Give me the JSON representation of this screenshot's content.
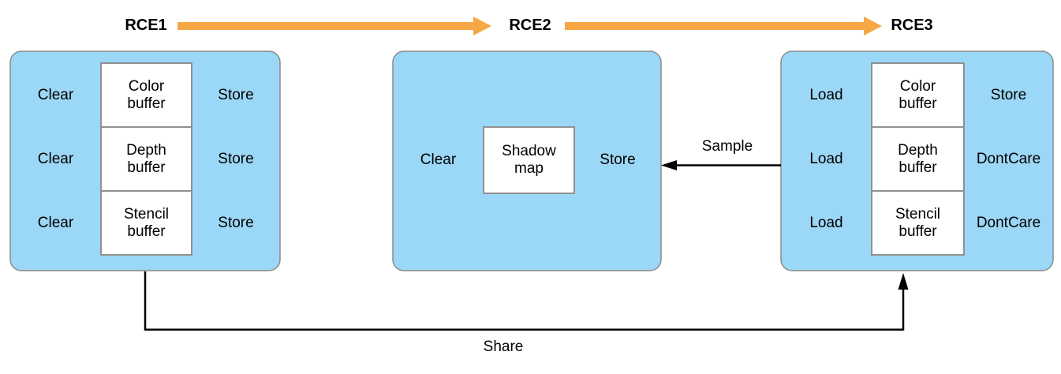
{
  "passes": [
    {
      "name": "RCE1",
      "attachments": [
        {
          "load_action": "Clear",
          "buffer": "Color buffer",
          "store_action": "Store"
        },
        {
          "load_action": "Clear",
          "buffer": "Depth buffer",
          "store_action": "Store"
        },
        {
          "load_action": "Clear",
          "buffer": "Stencil buffer",
          "store_action": "Store"
        }
      ]
    },
    {
      "name": "RCE2",
      "attachments": [
        {
          "load_action": "Clear",
          "buffer": "Shadow map",
          "store_action": "Store"
        }
      ]
    },
    {
      "name": "RCE3",
      "attachments": [
        {
          "load_action": "Load",
          "buffer": "Color buffer",
          "store_action": "Store"
        },
        {
          "load_action": "Load",
          "buffer": "Depth buffer",
          "store_action": "DontCare"
        },
        {
          "load_action": "Load",
          "buffer": "Stencil buffer",
          "store_action": "DontCare"
        }
      ]
    }
  ],
  "edges": {
    "sample_label": "Sample",
    "share_label": "Share"
  },
  "colors": {
    "pass_box_fill": "#9bd7f6",
    "pass_box_border": "#8a8a8a",
    "buffer_box_fill": "#ffffff",
    "buffer_box_border": "#919191",
    "timeline_arrow": "#f5a843",
    "edge_line": "#000000"
  }
}
